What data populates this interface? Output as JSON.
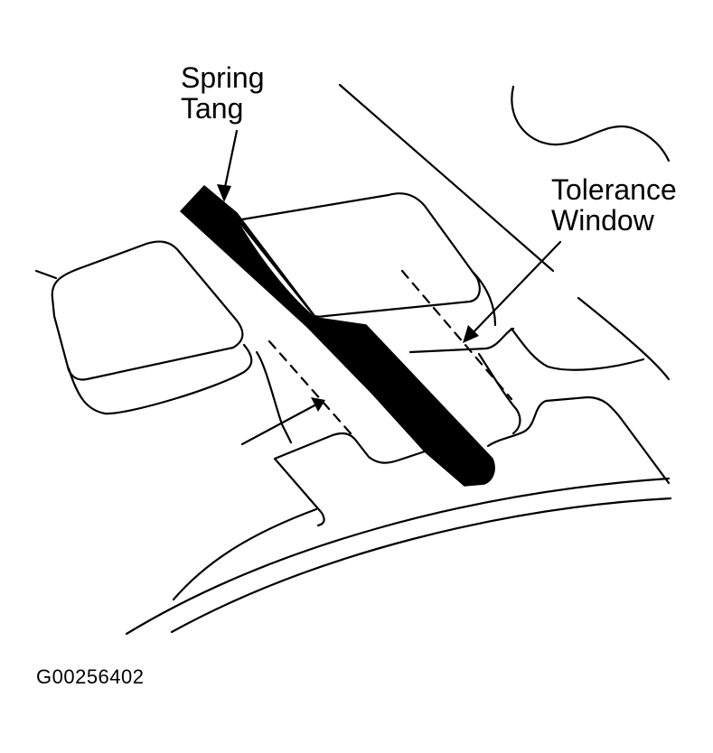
{
  "labels": {
    "spring_tang": {
      "line1": "Spring",
      "line2": "Tang"
    },
    "tolerance_window": {
      "line1": "Tolerance",
      "line2": "Window"
    }
  },
  "figure_id": "G00256402",
  "colors": {
    "ink": "#000000",
    "paper": "#ffffff"
  }
}
